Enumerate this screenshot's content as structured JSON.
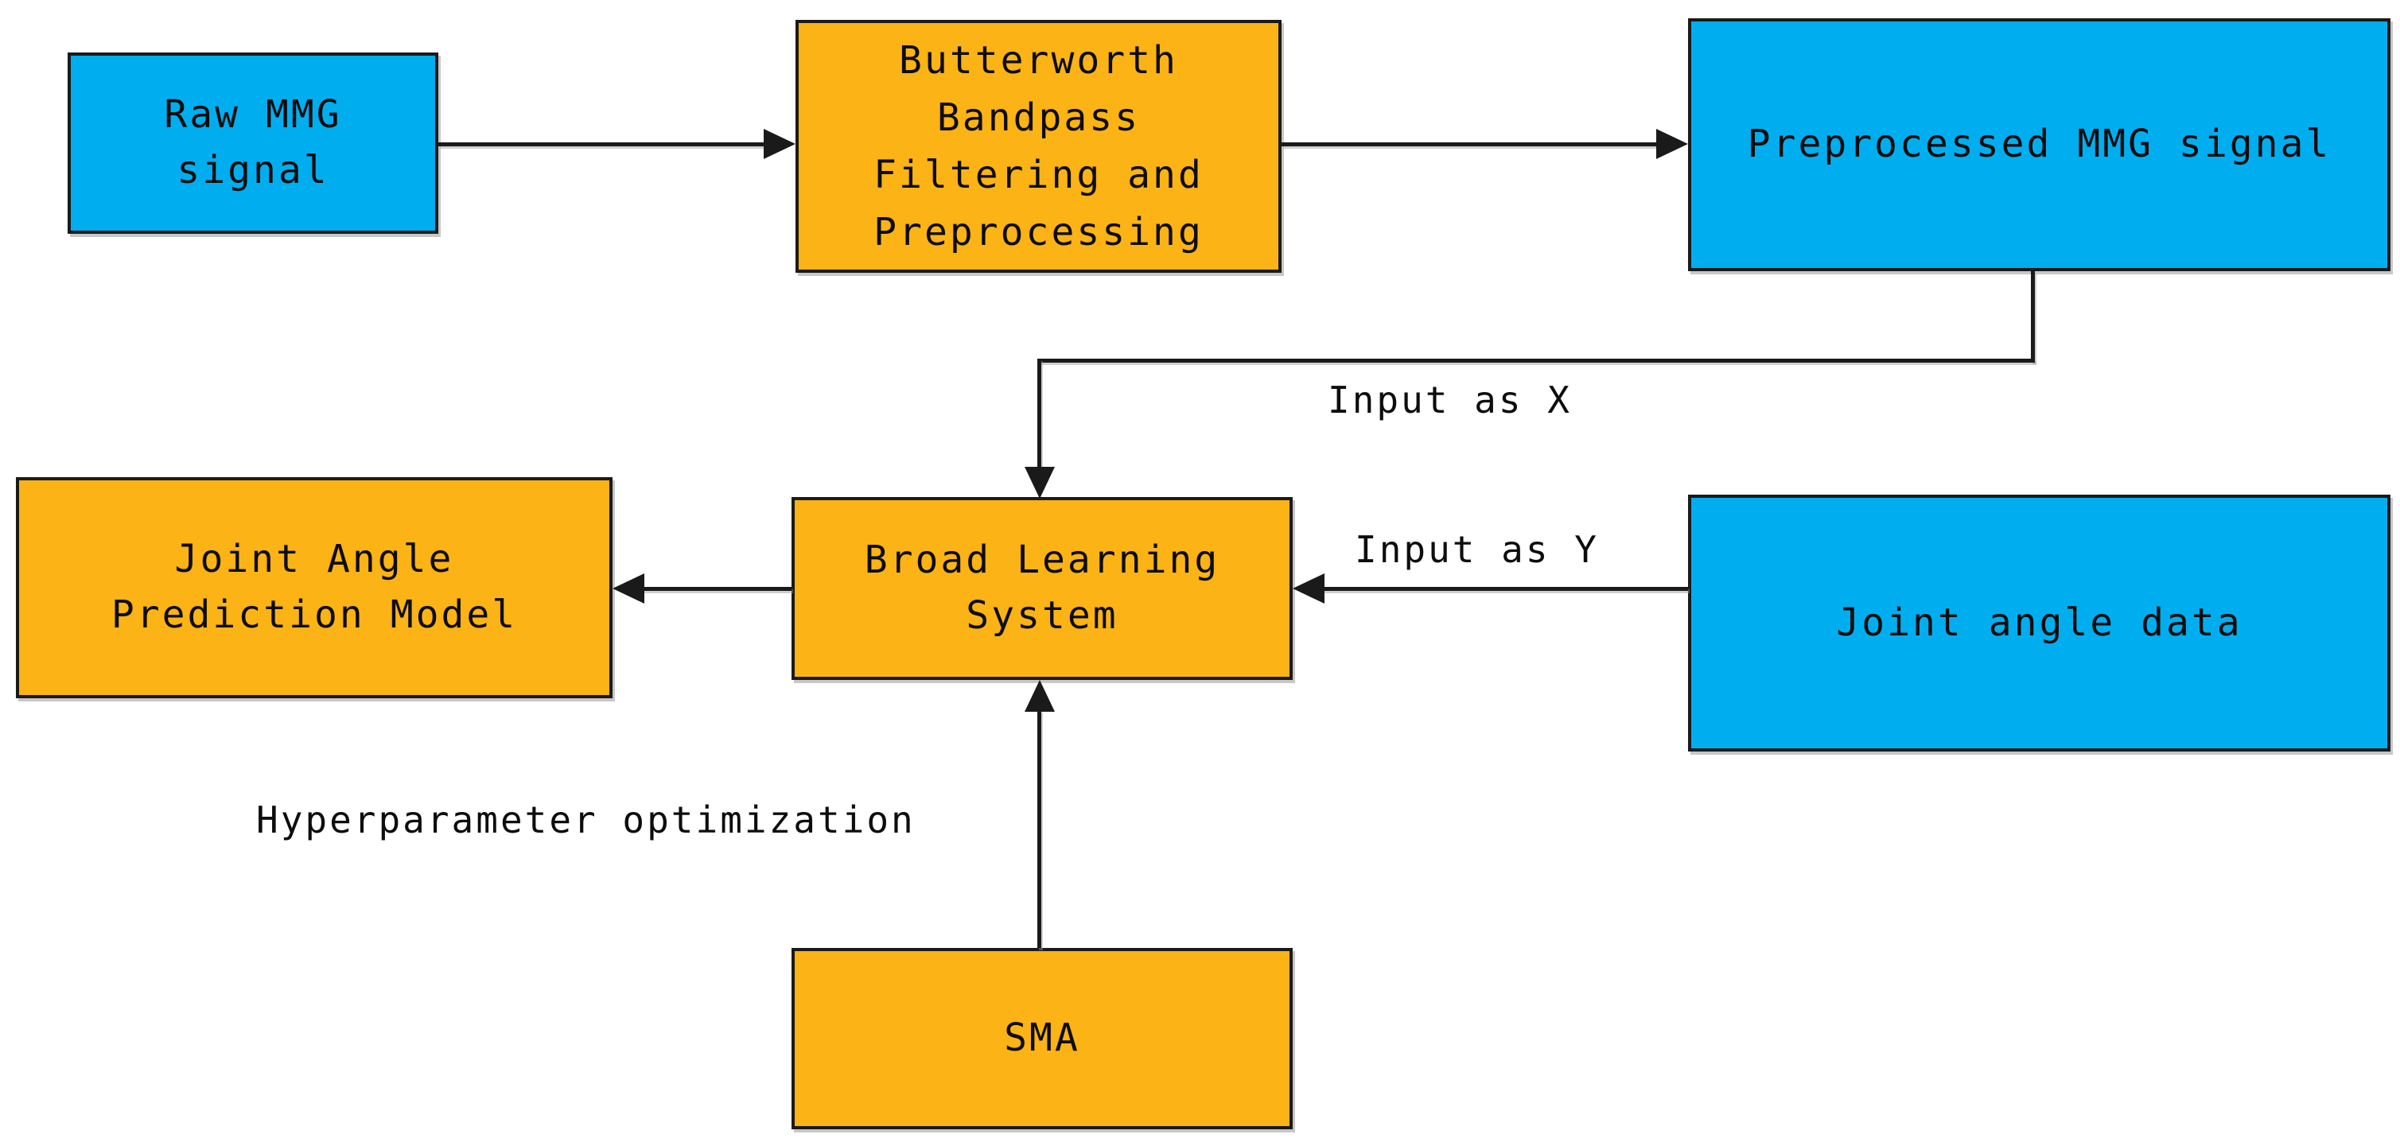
{
  "diagram": {
    "title": "MMG joint-angle prediction flowchart",
    "colors": {
      "data_node_fill": "#00AEEF",
      "process_node_fill": "#FBB315",
      "border": "#1a1a1a",
      "arrow": "#1a1a1a",
      "background": "#ffffff",
      "text": "#0d0d0d"
    },
    "nodes": {
      "raw": {
        "label": "Raw MMG\nsignal",
        "type": "data"
      },
      "butterworth": {
        "label": "Butterworth\nBandpass\nFiltering and\nPreprocessing",
        "type": "process"
      },
      "preprocessed": {
        "label": "Preprocessed MMG signal",
        "type": "data"
      },
      "japm": {
        "label": "Joint Angle\nPrediction Model",
        "type": "process"
      },
      "bls": {
        "label": "Broad Learning\nSystem",
        "type": "process"
      },
      "jad": {
        "label": "Joint angle data",
        "type": "data"
      },
      "sma": {
        "label": "SMA",
        "type": "process"
      }
    },
    "edge_labels": {
      "input_x": "Input as X",
      "input_y": "Input as Y",
      "hyperparam": "Hyperparameter optimization"
    },
    "edges": [
      {
        "from": "raw",
        "to": "butterworth",
        "label": ""
      },
      {
        "from": "butterworth",
        "to": "preprocessed",
        "label": ""
      },
      {
        "from": "preprocessed",
        "to": "bls",
        "label": "Input as X"
      },
      {
        "from": "jad",
        "to": "bls",
        "label": "Input as Y"
      },
      {
        "from": "bls",
        "to": "japm",
        "label": ""
      },
      {
        "from": "sma",
        "to": "bls",
        "label": "Hyperparameter optimization"
      }
    ]
  }
}
